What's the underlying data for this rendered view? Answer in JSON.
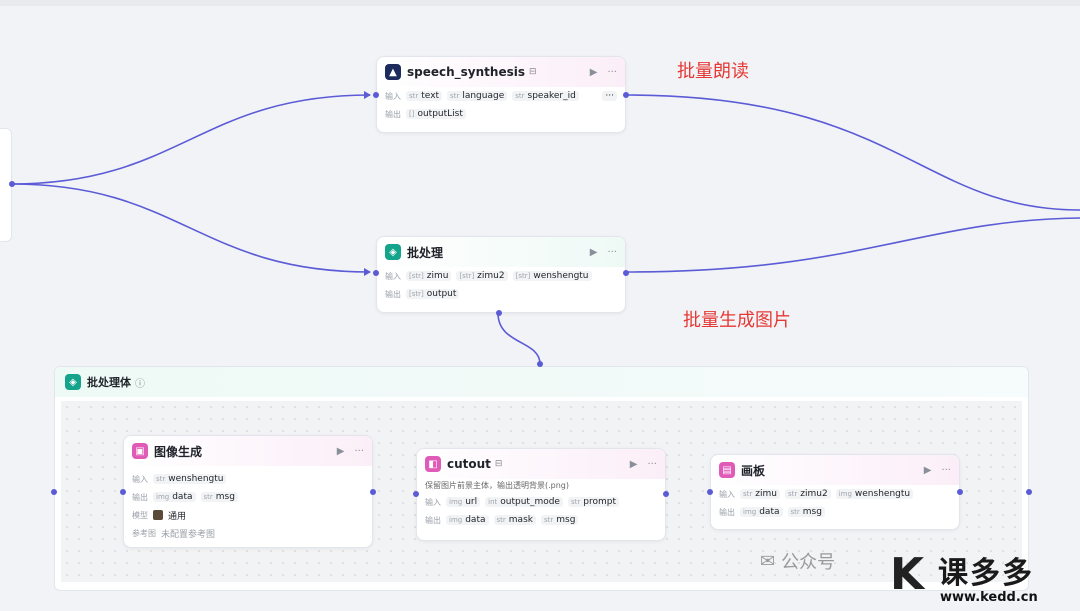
{
  "nodes": {
    "speech": {
      "title": "speech_synthesis",
      "input_label": "输入",
      "output_label": "输出",
      "inputs": [
        {
          "type": "str",
          "name": "text"
        },
        {
          "type": "str",
          "name": "language"
        },
        {
          "type": "str",
          "name": "speaker_id"
        }
      ],
      "outputs": [
        {
          "type": "[]",
          "name": "outputList"
        }
      ]
    },
    "batch": {
      "title": "批处理",
      "input_label": "输入",
      "output_label": "输出",
      "inputs": [
        {
          "type": "[str]",
          "name": "zimu"
        },
        {
          "type": "[str]",
          "name": "zimu2"
        },
        {
          "type": "[str]",
          "name": "wenshengtu"
        }
      ],
      "outputs": [
        {
          "type": "[str]",
          "name": "output"
        }
      ]
    },
    "group": {
      "title": "批处理体"
    },
    "imagegen": {
      "title": "图像生成",
      "input_label": "输入",
      "output_label": "输出",
      "model_label": "模型",
      "ref_label": "参考图",
      "inputs": [
        {
          "type": "str",
          "name": "wenshengtu"
        }
      ],
      "outputs": [
        {
          "type": "img",
          "name": "data"
        },
        {
          "type": "str",
          "name": "msg"
        }
      ],
      "model": "通用",
      "ref_value": "未配置参考图"
    },
    "cutout": {
      "title": "cutout",
      "description": "保留图片前景主体，输出透明背景(.png)",
      "input_label": "输入",
      "output_label": "输出",
      "inputs": [
        {
          "type": "img",
          "name": "url"
        },
        {
          "type": "int",
          "name": "output_mode"
        },
        {
          "type": "str",
          "name": "prompt"
        }
      ],
      "outputs": [
        {
          "type": "img",
          "name": "data"
        },
        {
          "type": "str",
          "name": "mask"
        },
        {
          "type": "str",
          "name": "msg"
        }
      ]
    },
    "canvas": {
      "title": "画板",
      "input_label": "输入",
      "output_label": "输出",
      "inputs": [
        {
          "type": "str",
          "name": "zimu"
        },
        {
          "type": "str",
          "name": "zimu2"
        },
        {
          "type": "img",
          "name": "wenshengtu"
        }
      ],
      "outputs": [
        {
          "type": "img",
          "name": "data"
        },
        {
          "type": "str",
          "name": "msg"
        }
      ]
    }
  },
  "annotations": {
    "batch_read": "批量朗读",
    "batch_image": "批量生成图片"
  },
  "watermark": {
    "text": "公众号"
  },
  "brand": {
    "name": "课多多",
    "url": "www.kedd.cn"
  },
  "icons": {
    "run": "play-icon",
    "more": "more-icon",
    "info": "info-icon"
  },
  "colors": {
    "edge": "#5b5bd6",
    "annotation": "#e53935",
    "batch_icon": "#14a38b",
    "image_icon": "#e05ab8"
  }
}
